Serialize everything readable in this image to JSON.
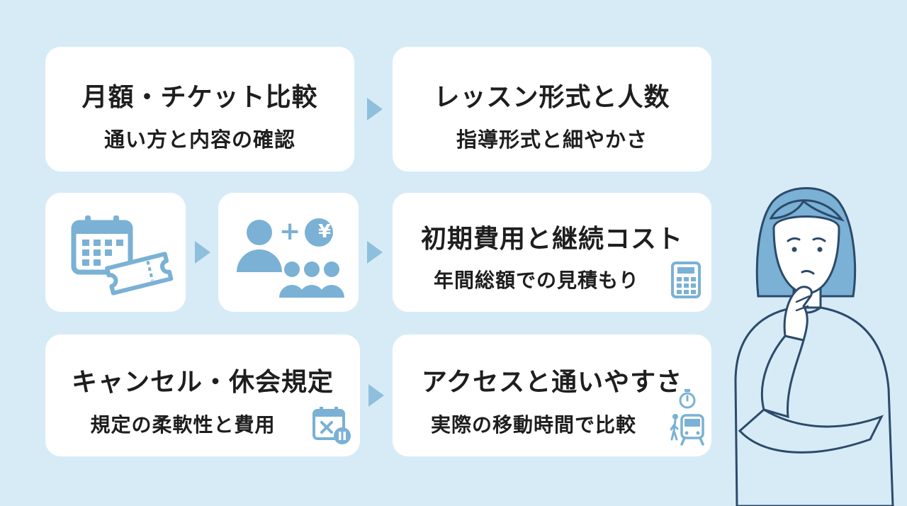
{
  "cards": {
    "fee_compare": {
      "title": "月額・チケット比較",
      "sub": "通い方と内容の確認"
    },
    "lesson_format": {
      "title": "レッスン形式と人数",
      "sub": "指導形式と細やかさ"
    },
    "initial_cost": {
      "title": "初期費用と継続コスト",
      "sub": "年間総額での見積もり"
    },
    "cancel_policy": {
      "title": "キャンセル・休会規定",
      "sub": "規定の柔軟性と費用"
    },
    "access": {
      "title": "アクセスと通いやすさ",
      "sub": "実際の移動時間で比較"
    }
  },
  "icons": {
    "plus": "+",
    "yen": "¥",
    "calendar": "calendar-icon",
    "ticket": "ticket-icon",
    "people": "people-icon",
    "calculator": "calculator-icon",
    "cancel_calendar": "calendar-cancel-icon",
    "timer": "timer-icon",
    "train": "train-icon",
    "person": "thinking-woman-illustration"
  },
  "colors": {
    "background": "#d7ebf7",
    "card": "#ffffff",
    "accent": "#8ec0dd",
    "icon": "#7ab1d4",
    "line": "#2c4a6b"
  }
}
